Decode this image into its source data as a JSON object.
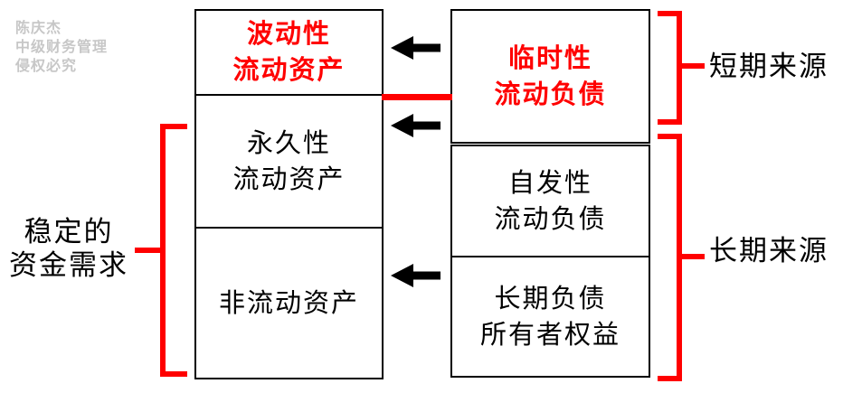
{
  "watermark": {
    "lines": [
      "陈庆杰",
      "中级财务管理",
      "侵权必究"
    ]
  },
  "boxes": {
    "fluctuating_current_assets": {
      "lines": [
        "波动性",
        "流动资产"
      ],
      "emphasis": "red"
    },
    "permanent_current_assets": {
      "lines": [
        "永久性",
        "流动资产"
      ],
      "emphasis": "none"
    },
    "non_current_assets": {
      "lines": [
        "非流动资产"
      ],
      "emphasis": "none"
    },
    "temporary_current_liabilities": {
      "lines": [
        "临时性",
        "流动负债"
      ],
      "emphasis": "red"
    },
    "spontaneous_current_liabilities": {
      "lines": [
        "自发性",
        "流动负债"
      ],
      "emphasis": "none"
    },
    "long_term_liabilities_equity": {
      "lines": [
        "长期负债",
        "所有者权益"
      ],
      "emphasis": "none"
    }
  },
  "labels": {
    "short_term_sources": "短期来源",
    "long_term_sources": "长期来源",
    "stable_funding_need": {
      "lines": [
        "稳定的",
        "资金需求"
      ]
    }
  },
  "icons": {
    "flow_arrow": "left-arrow-icon",
    "flow_arrow_count": 3
  },
  "colors": {
    "accent_red": "#ff0000",
    "line_black": "#000000",
    "watermark_gray": "#c7c7c7",
    "background": "#ffffff"
  }
}
